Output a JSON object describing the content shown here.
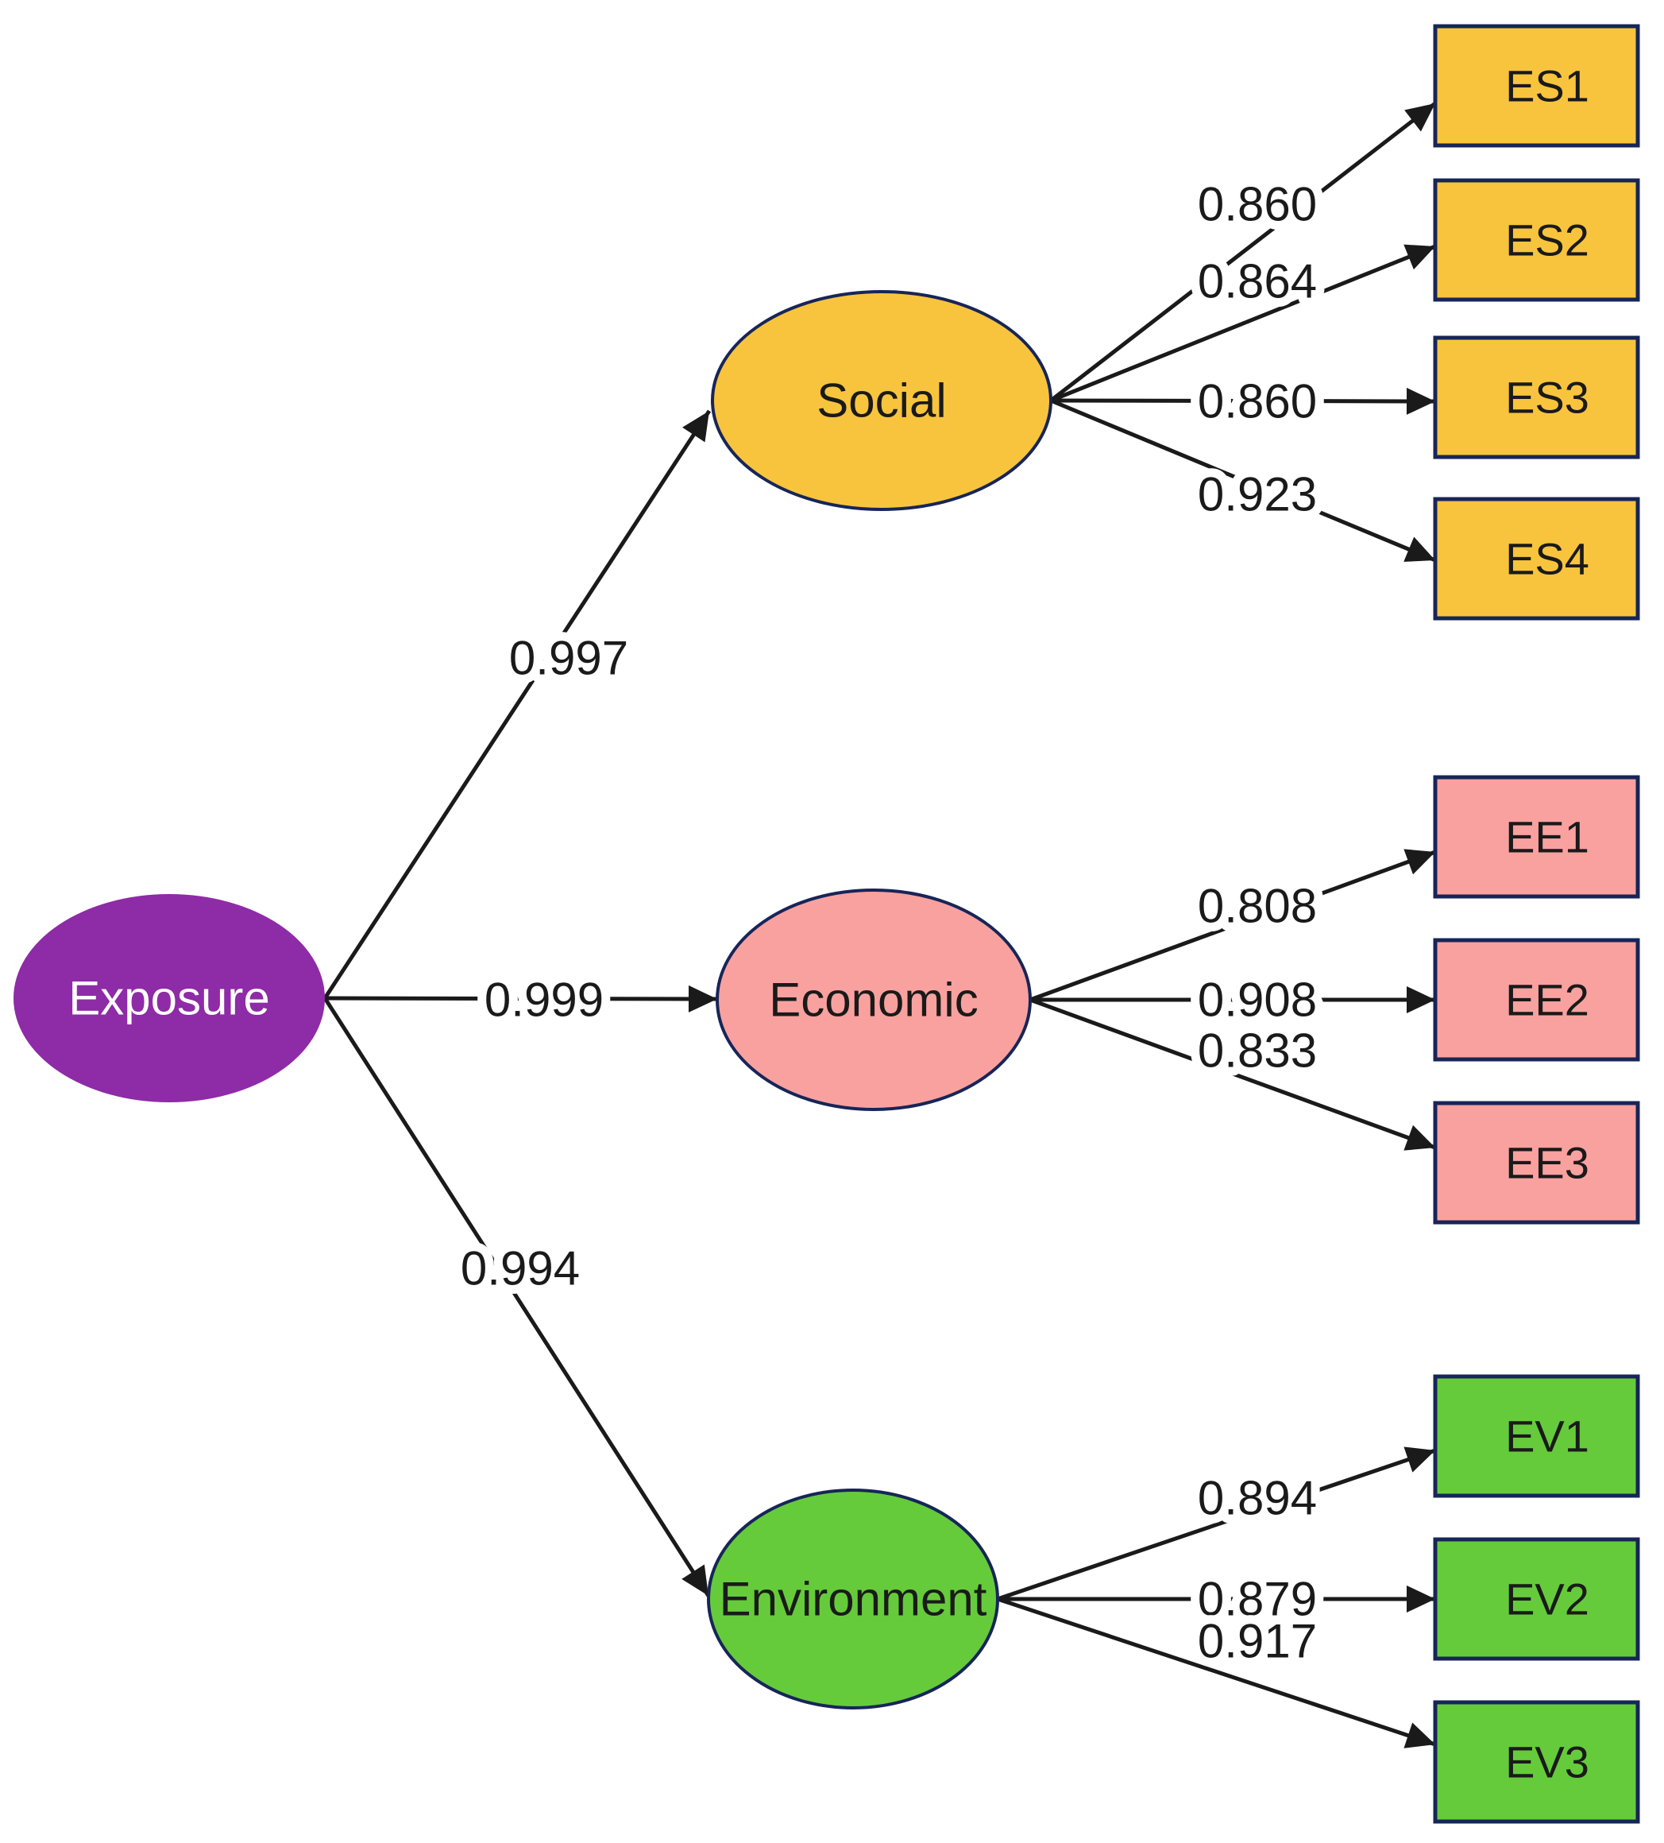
{
  "diagram": {
    "type": "structural-equation-path-diagram",
    "colors": {
      "node_border": "#172558",
      "line": "#1a1a1a",
      "text_dark": "#1a1a1a",
      "text_light": "#ffffff",
      "background": "#ffffff"
    },
    "source": {
      "id": "exposure",
      "label": "Exposure",
      "fill": "#8e2ba6",
      "text_color": "#ffffff"
    },
    "factors": [
      {
        "id": "social",
        "label": "Social",
        "fill": "#f8c43d",
        "coefficient": "0.997",
        "indicators": [
          {
            "label": "ES1",
            "loading": "0.860"
          },
          {
            "label": "ES2",
            "loading": "0.864"
          },
          {
            "label": "ES3",
            "loading": "0.860"
          },
          {
            "label": "ES4",
            "loading": "0.923"
          }
        ]
      },
      {
        "id": "economic",
        "label": "Economic",
        "fill": "#f9a19f",
        "coefficient": "0.999",
        "indicators": [
          {
            "label": "EE1",
            "loading": "0.808"
          },
          {
            "label": "EE2",
            "loading": "0.908"
          },
          {
            "label": "EE3",
            "loading": "0.833"
          }
        ]
      },
      {
        "id": "environment",
        "label": "Environment",
        "fill": "#65cb3b",
        "coefficient": "0.994",
        "indicators": [
          {
            "label": "EV1",
            "loading": "0.894"
          },
          {
            "label": "EV2",
            "loading": "0.879"
          },
          {
            "label": "EV3",
            "loading": "0.917"
          }
        ]
      }
    ]
  }
}
